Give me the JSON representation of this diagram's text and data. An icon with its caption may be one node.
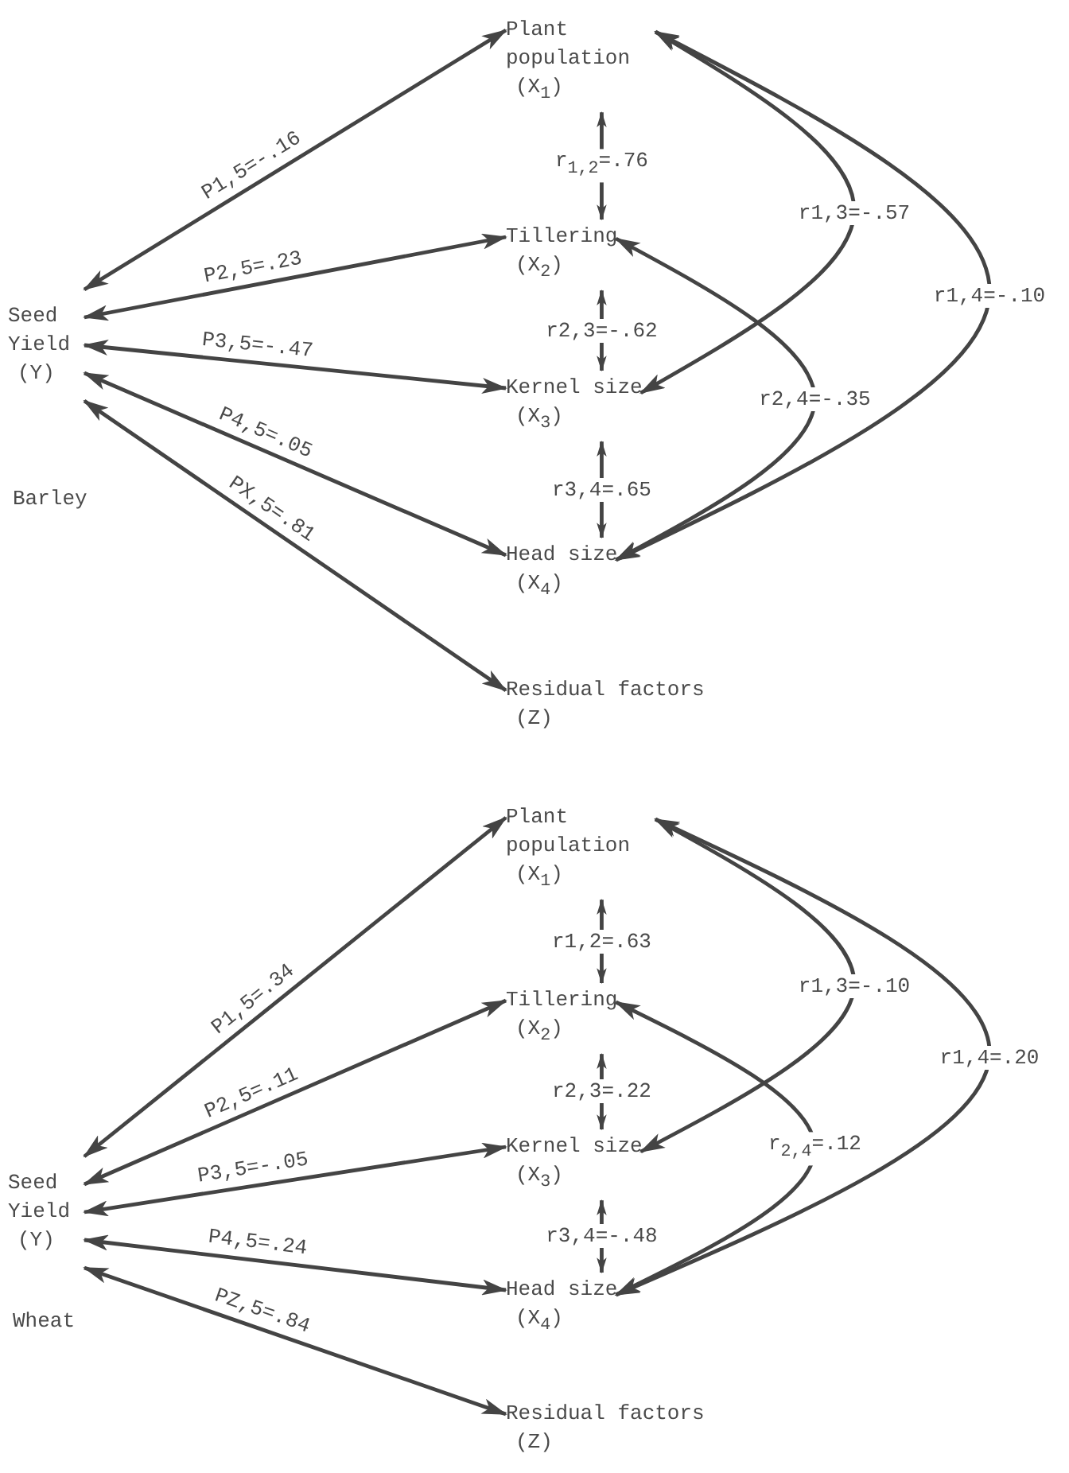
{
  "diagram": {
    "nodes": [
      {
        "text": [
          "Seed Yield",
          "(Y)"
        ]
      },
      {
        "text": [
          "Plant population",
          "(X$_{1}$)"
        ]
      },
      {
        "text": [
          "Tillering",
          "(X$_{2}$)"
        ]
      },
      {
        "text": [
          "Kernel size",
          "(X$_{3}$)"
        ]
      },
      {
        "text": [
          "Head size",
          "(X$_{4}$)"
        ]
      },
      {
        "text": [
          "Residual factors",
          "(Z)"
        ]
      },
      {
        "text": [
          "Seed Yield",
          "(Y)"
        ]
      },
      {
        "text": [
          "Plant population",
          "(X$_{1}$)"
        ]
      },
      {
        "text": [
          "Tillering",
          "(X$_{2}$)"
        ]
      },
      {
        "text": [
          "Kernel size",
          "(X$_{3}$)"
        ]
      },
      {
        "text": [
          "Head size",
          "(X$_{4}$)"
        ]
      },
      {
        "text": [
          "Residual factors",
          "(Z)"
        ]
      }
    ],
    "edges": [
      {
        "from": 0,
        "to": 1,
        "arrow": "both",
        "label": "P1,5=-.16"
      },
      {
        "from": 0,
        "to": 2,
        "arrow": "both",
        "label": "P2,5=.23"
      },
      {
        "from": 0,
        "to": 3,
        "arrow": "both",
        "label": "P3,5=-.47"
      },
      {
        "from": 0,
        "to": 4,
        "arrow": "both",
        "label": "P4,5=.05"
      },
      {
        "from": 0,
        "to": 5,
        "arrow": "both",
        "label": "PX,5=.81"
      },
      {
        "from": 1,
        "to": 2,
        "arrow": "both",
        "label": "r$_{1,2}$=.76"
      },
      {
        "from": 2,
        "to": 3,
        "arrow": "both",
        "label": "r2,3=-.62"
      },
      {
        "from": 3,
        "to": 4,
        "arrow": "both",
        "label": "r3,4=.65"
      },
      {
        "from": 1,
        "to": 3,
        "arrow": "both",
        "label": "r1,3=-.57"
      },
      {
        "from": 1,
        "to": 4,
        "arrow": "both",
        "label": "r1,4=-.10"
      },
      {
        "from": 2,
        "to": 4,
        "arrow": "both",
        "label": "r2,4=-.35"
      },
      {
        "from": 6,
        "to": 7,
        "arrow": "both",
        "label": "P1,5=.34"
      },
      {
        "from": 6,
        "to": 8,
        "arrow": "both",
        "label": "P2,5=.11"
      },
      {
        "from": 6,
        "to": 9,
        "arrow": "both",
        "label": "P3,5=-.05"
      },
      {
        "from": 6,
        "to": 10,
        "arrow": "both",
        "label": "P4,5=.24"
      },
      {
        "from": 6,
        "to": 11,
        "arrow": "both",
        "label": "PZ,5=.84"
      },
      {
        "from": 7,
        "to": 8,
        "arrow": "both",
        "label": "r1,2=.63"
      },
      {
        "from": 8,
        "to": 9,
        "arrow": "both",
        "label": "r2,3=.22"
      },
      {
        "from": 9,
        "to": 10,
        "arrow": "both",
        "label": "r3,4=-.48"
      },
      {
        "from": 7,
        "to": 9,
        "arrow": "both",
        "label": "r1,3=-.10"
      },
      {
        "from": 7,
        "to": 10,
        "arrow": "both",
        "label": "r1,4=.20"
      },
      {
        "from": 8,
        "to": 10,
        "arrow": "both",
        "label": "r$_{2,4}$=.12"
      }
    ],
    "labels": [
      "Barley",
      "Wheat"
    ]
  }
}
